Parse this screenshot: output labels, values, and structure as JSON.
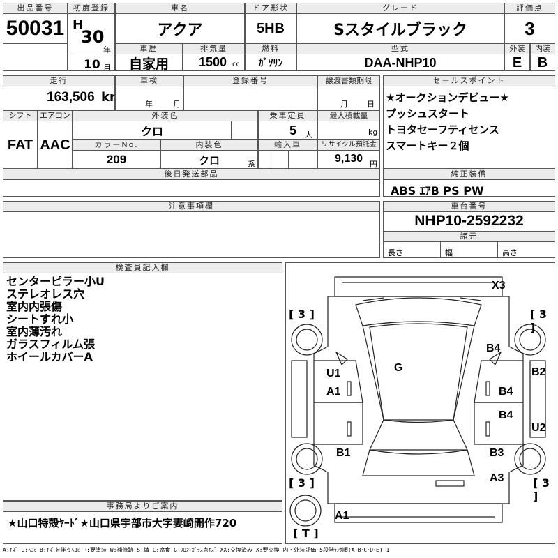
{
  "header": {
    "lot_label": "出品番号",
    "lot_no": "50031",
    "first_reg_label": "初度登録",
    "era": "H",
    "year": "30",
    "year_unit": "年",
    "month": "10",
    "month_unit": "月",
    "car_name_label": "車名",
    "car_name": "アクア",
    "door_label": "ドア形状",
    "door": "5HB",
    "grade_label": "グレード",
    "grade": "Sスタイルブラック",
    "score_label": "評価点",
    "score": "3",
    "history_label": "車歴",
    "history": "自家用",
    "displacement_label": "排気量",
    "displacement": "1500",
    "displacement_unit": "cc",
    "fuel_label": "燃料",
    "fuel": "ｶﾞｿﾘﾝ",
    "model_label": "型式",
    "model": "DAA-NHP10",
    "exterior_label": "外装",
    "exterior": "E",
    "interior_label": "内装",
    "interior": "B"
  },
  "row2": {
    "mileage_label": "走行",
    "mileage": "163,506",
    "mileage_unit": "km",
    "inspection_label": "車検",
    "insp_year_unit": "年",
    "insp_month_unit": "月",
    "reg_no_label": "登録番号",
    "transfer_label": "譲渡書類期限",
    "transfer_month_unit": "月",
    "transfer_day_unit": "日",
    "shift_label": "シフト",
    "shift": "FAT",
    "ac_label": "エアコン",
    "ac": "AAC",
    "ext_color_label": "外装色",
    "ext_color": "クロ",
    "capacity_label": "乗車定員",
    "capacity": "5",
    "capacity_unit": "人",
    "max_load_label": "最大積載量",
    "max_load_unit": "kg",
    "color_no_label": "カラーNo.",
    "color_no": "209",
    "int_color_label": "内装色",
    "int_color": "クロ",
    "int_color_unit": "系",
    "import_label": "輸入車",
    "recycle_label": "リサイクル預託金",
    "recycle": "9,130",
    "recycle_unit": "円",
    "later_parts_label": "後日発送部品"
  },
  "sales_points": {
    "label": "セールスポイント",
    "lines": [
      "★オークションデビュー★",
      "プッシュスタート",
      "トヨタセーフティセンス",
      "スマートキー２個"
    ]
  },
  "equipment": {
    "label": "純正装備",
    "value": "ABS ｴｱB PS PW"
  },
  "caution": {
    "label": "注意事項欄"
  },
  "chassis": {
    "label": "車台番号",
    "value": "NHP10-2592232",
    "specs_label": "諸元",
    "length_label": "長さ",
    "width_label": "幅",
    "height_label": "高さ"
  },
  "inspector": {
    "label": "検査員記入欄",
    "lines": [
      "センターピラー小U",
      "ステレオレス穴",
      "室内内張傷",
      "シートすれ小",
      "室内薄汚れ",
      "ガラスフィルム張",
      "ホイールカバーA"
    ]
  },
  "diagram": {
    "marks": {
      "x3": "X3",
      "b4_top": "B4",
      "g": "G",
      "u1": "U1",
      "a1_left": "A1",
      "b4_mid1": "B4",
      "b4_mid2": "B4",
      "b2": "B2",
      "u2": "U2",
      "b1": "B1",
      "b3": "B3",
      "a3": "A3",
      "a1_bottom": "A1"
    },
    "tires": {
      "fl": "[ 3 ]",
      "fr": "[ 3 ]",
      "rl": "[ 3 ]",
      "rr": "[ 3 ]",
      "spare": "[ T ]"
    }
  },
  "office": {
    "label": "事務局よりご案内",
    "text": "★山口特殻ﾔｰﾄﾞ★山口県宇部市大字妻崎開作720"
  },
  "legend": "A:ｷｽﾞ U:ﾍｺﾐ B:ｷｽﾞを伴うﾍｺﾐ P:要塗装 W:補修跡 S:錆 C:腐食 G:ﾌﾛﾝﾄｶﾞﾗｽ点ｷｽﾞ XX:交換済み X:要交換 内・外装評価 5段階ﾗﾝｸ順(A･B･C･D･E) 1"
}
